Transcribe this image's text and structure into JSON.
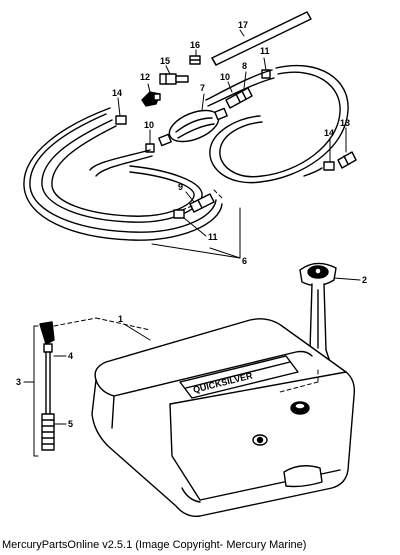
{
  "diagram": {
    "callouts": {
      "c1": "1",
      "c2": "2",
      "c3": "3",
      "c4": "4",
      "c5": "5",
      "c6": "6",
      "c7": "7",
      "c8": "8",
      "c9": "9",
      "c10a": "10",
      "c10b": "10",
      "c11a": "11",
      "c11b": "11",
      "c12": "12",
      "c13": "13",
      "c14a": "14",
      "c14b": "14",
      "c15": "15",
      "c16": "16",
      "c17": "17"
    },
    "tank_logo_text": "QUICKSILVER",
    "colors": {
      "line": "#000000",
      "fill": "#ffffff",
      "shade": "#d9d9d9"
    }
  },
  "caption": "MercuryPartsOnline v2.5.1 (Image Copyright- Mercury Marine)"
}
